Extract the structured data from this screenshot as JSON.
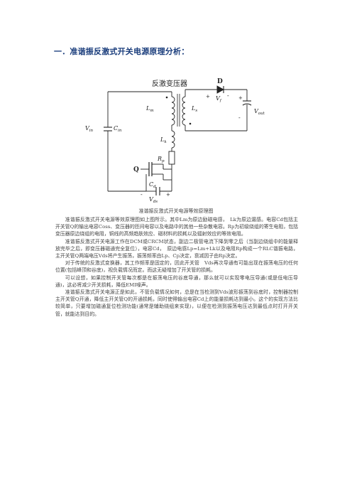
{
  "heading": "一．准谐振反激式开关电源原理分析：",
  "diagram": {
    "transformer_label": "反激变压器",
    "diode_label": "D",
    "labels": {
      "vin_v": "V",
      "vin_sub": "in",
      "cin_c": "C",
      "cin_sub": "in",
      "lm_l": "L",
      "lm_sub": "m",
      "lk_l": "L",
      "lk_sub": "k",
      "rp_r": "R",
      "rp_sub": "p",
      "ls_l": "L",
      "ls_sub": "s",
      "vf_v": "V",
      "vf_sub": "f",
      "vout_v": "V",
      "vout_sub": "out",
      "cd_c": "C",
      "cd_sub": "d",
      "vds_v": "V",
      "vds_sub": "ds",
      "q": "Q",
      "plus": "+",
      "minus": "-"
    }
  },
  "caption": "准谐振反激式开关电源等效原理图",
  "paragraphs": [
    "准谐振反激式开关电源等效原理图如上图所示。其中Lm为原边励磁电感，　Lk为原边漏感。电容Cd包括主开关管Q的输出电容Coss、变压器的匝间电容以及电路中的其他一些杂散电容。Rp为初级绕组的寄生电阻，包括变压器原边绕组的电阻，铜线的高频趋肤效应、磁材料的损耗以及辐射效应的等效电阻。",
    "准谐振反激式开关电源工作在DCM或CRCM状态，副边二极管电流下降到零之后（当副边绕组中的能量释放完毕之后，即变压器磁通完全复位），电容Cd，　原边电感Lp=Lm+Lk以及电阻Rp构成一个RLC谐振电路，主开关管Q两端电压Vds将产生振荡，振荡频率由Lp、Cp决定，衰减因子由Rp决定。",
    "对于传统的反激式变换器，其工作频率是固定的，因此开关管　Vds再次导通有可能出现在振荡电压的任何位置(包括峰顶和谷底)，视负载情况而定。而这无疑增加了开关管的损耗。",
    "可以设想，如果控制开关管每次都是在振荡电压的谷底导通，那么就可以实现零电压导通(或是低电压导通)，这必将减少开关损耗，降低EMI噪声。",
    "准谐振反激式开关电源正是如此，不管负载情况如何，总是在当检测到Vds波形振荡到谷底时，控制器控制主开关管Q开通，降低主开关管Q的开通损耗，同时使得输出电容Cd上的能量损耗达到最小。这个的实现方法比较简单，只要增加磁通复位检测功能(通常是辅助绕组来实现)，以便在检测到振荡电压达到最低点时打开开关管，就能达到目的。"
  ]
}
